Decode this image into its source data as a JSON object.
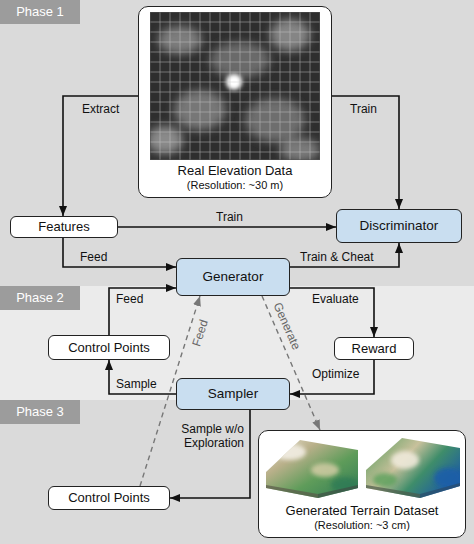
{
  "diagram": {
    "nodes": [
      {
        "text": [
          "Real Elevation Data",
          "(Resolution: ~30 m)"
        ]
      },
      {
        "text": [
          "Features"
        ]
      },
      {
        "text": [
          "Discriminator"
        ]
      },
      {
        "text": [
          "Generator"
        ]
      },
      {
        "text": [
          "Control Points"
        ]
      },
      {
        "text": [
          "Reward"
        ]
      },
      {
        "text": [
          "Sampler"
        ]
      },
      {
        "text": [
          "Control Points"
        ]
      },
      {
        "text": [
          "Generated Terrain Dataset",
          "(Resolution: ~3 cm)"
        ]
      }
    ],
    "edges": [
      {
        "from": 0,
        "to": 1,
        "label": "Extract",
        "arrow": "to"
      },
      {
        "from": 0,
        "to": 2,
        "label": "Train",
        "arrow": "to"
      },
      {
        "from": 1,
        "to": 2,
        "label": "Train",
        "arrow": "to"
      },
      {
        "from": 1,
        "to": 3,
        "label": "Feed",
        "arrow": "to"
      },
      {
        "from": 3,
        "to": 2,
        "label": "Train & Cheat",
        "arrow": "to"
      },
      {
        "from": 3,
        "to": 5,
        "label": "Evaluate",
        "arrow": "to"
      },
      {
        "from": 5,
        "to": 6,
        "label": "Optimize",
        "arrow": "to"
      },
      {
        "from": 6,
        "to": 4,
        "label": "Sample",
        "arrow": "to"
      },
      {
        "from": 4,
        "to": 3,
        "label": "Feed",
        "arrow": "to"
      },
      {
        "from": 3,
        "to": 8,
        "label": "Generate",
        "arrow": "to"
      },
      {
        "from": 6,
        "to": 7,
        "label": "Sample w/o Exploration",
        "arrow": "to"
      },
      {
        "from": 7,
        "to": 3,
        "label": "Feed",
        "arrow": "to"
      }
    ],
    "labels": [
      "Phase 1",
      "Phase 2",
      "Phase 3"
    ]
  }
}
